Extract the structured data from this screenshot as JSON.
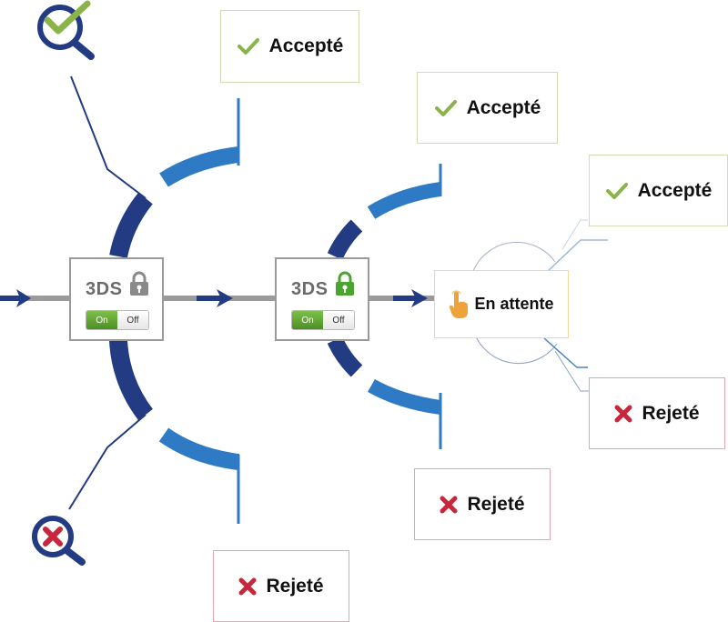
{
  "labels": {
    "accepted": "Accepté",
    "rejected": "Rejeté",
    "pending": "En attente"
  },
  "security_gate": {
    "title": "3DS",
    "toggle_on": "On",
    "toggle_off": "Off"
  },
  "icons": {
    "accepted": "check-icon",
    "rejected": "cross-icon",
    "pending": "pointing-hand-icon",
    "gate_1_lock": "padlock-icon",
    "gate_2_lock": "padlock-icon",
    "search_accept": "magnifier-check-icon",
    "search_reject": "magnifier-cross-icon"
  },
  "colors": {
    "accepted": "#8ab34a",
    "rejected": "#c8263a",
    "pending": "#f0a23a",
    "branch_light": "#2f7ac4",
    "branch_dark": "#233b82",
    "line_gray": "#9b9b9b",
    "lock_gray": "#8a8a8a",
    "lock_green": "#4aa52e"
  }
}
